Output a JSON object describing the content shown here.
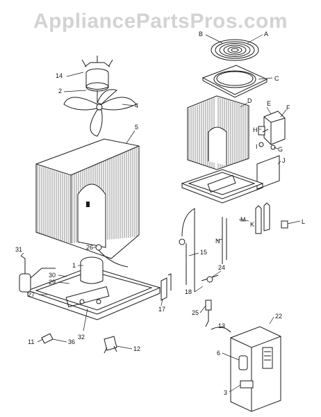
{
  "watermark": "AppliancePartsPros.com",
  "callouts": [
    {
      "id": "B",
      "label": "B"
    },
    {
      "id": "A",
      "label": "A"
    },
    {
      "id": "C",
      "label": "C"
    },
    {
      "id": "14",
      "label": "14"
    },
    {
      "id": "2",
      "label": "2"
    },
    {
      "id": "4",
      "label": "4"
    },
    {
      "id": "D",
      "label": "D"
    },
    {
      "id": "E",
      "label": "E"
    },
    {
      "id": "F",
      "label": "F"
    },
    {
      "id": "H",
      "label": "H"
    },
    {
      "id": "G",
      "label": "G"
    },
    {
      "id": "I",
      "label": "I"
    },
    {
      "id": "5",
      "label": "5"
    },
    {
      "id": "J",
      "label": "J"
    },
    {
      "id": "M",
      "label": "M"
    },
    {
      "id": "K",
      "label": "K"
    },
    {
      "id": "L",
      "label": "L"
    },
    {
      "id": "N",
      "label": "N"
    },
    {
      "id": "31",
      "label": "31"
    },
    {
      "id": "26",
      "label": "26"
    },
    {
      "id": "15",
      "label": "15"
    },
    {
      "id": "1",
      "label": "1"
    },
    {
      "id": "24",
      "label": "24"
    },
    {
      "id": "30",
      "label": "30"
    },
    {
      "id": "29",
      "label": "29"
    },
    {
      "id": "18",
      "label": "18"
    },
    {
      "id": "17",
      "label": "17"
    },
    {
      "id": "27",
      "label": "27"
    },
    {
      "id": "25",
      "label": "25"
    },
    {
      "id": "13",
      "label": "13"
    },
    {
      "id": "22",
      "label": "22"
    },
    {
      "id": "32",
      "label": "32"
    },
    {
      "id": "11",
      "label": "11"
    },
    {
      "id": "36",
      "label": "36"
    },
    {
      "id": "12",
      "label": "12"
    },
    {
      "id": "6",
      "label": "6"
    },
    {
      "id": "3",
      "label": "3"
    }
  ]
}
